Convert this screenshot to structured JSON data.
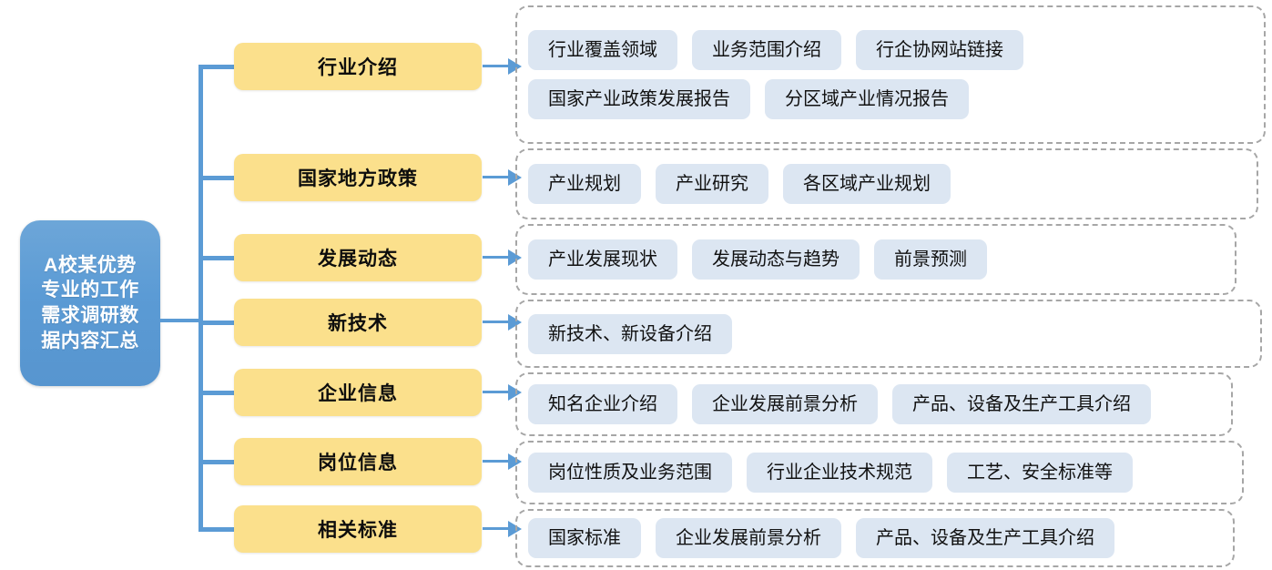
{
  "root": {
    "label": "A校某优势专业的工作需求调研数据内容汇总",
    "color": "#5b9bd5"
  },
  "theme": {
    "category_fill": "#fbe08c",
    "leaf_fill": "#dce6f2",
    "connector": "#5b9bd5",
    "group_border": "#a6a6a6",
    "background": "#ffffff"
  },
  "categories": [
    {
      "label": "行业介绍",
      "items": [
        "行业覆盖领域",
        "业务范围介绍",
        "行企协网站链接",
        "国家产业政策发展报告",
        "分区域产业情况报告"
      ]
    },
    {
      "label": "国家地方政策",
      "items": [
        "产业规划",
        "产业研究",
        "各区域产业规划"
      ]
    },
    {
      "label": "发展动态",
      "items": [
        "产业发展现状",
        "发展动态与趋势",
        "前景预测"
      ]
    },
    {
      "label": "新技术",
      "items": [
        "新技术、新设备介绍"
      ]
    },
    {
      "label": "企业信息",
      "items": [
        "知名企业介绍",
        "企业发展前景分析",
        "产品、设备及生产工具介绍"
      ]
    },
    {
      "label": "岗位信息",
      "items": [
        "岗位性质及业务范围",
        "行业企业技术规范",
        "工艺、安全标准等"
      ]
    },
    {
      "label": "相关标准",
      "items": [
        "国家标准",
        "企业发展前景分析",
        "产品、设备及生产工具介绍"
      ]
    }
  ]
}
